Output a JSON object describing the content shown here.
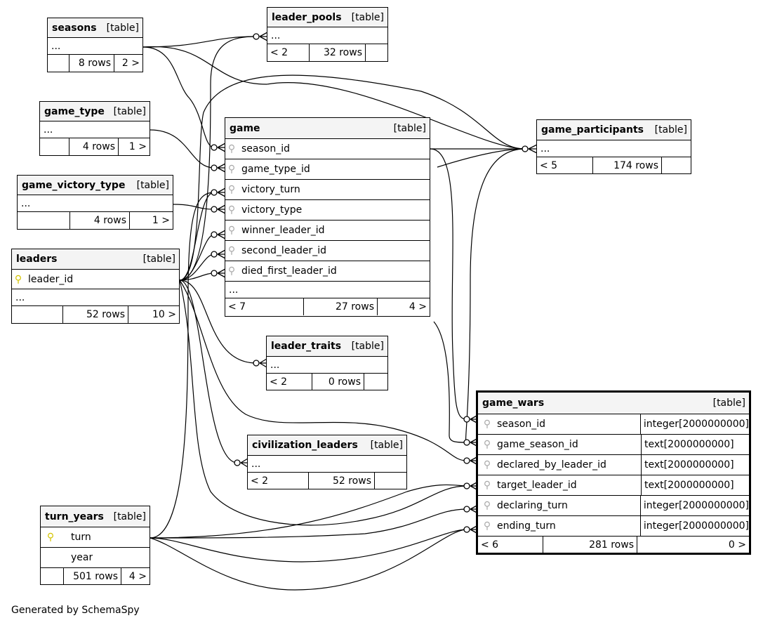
{
  "footer": "Generated by SchemaSpy",
  "table_tag": "[table]",
  "ellipsis": "...",
  "tables": {
    "seasons": {
      "name": "seasons",
      "foot": [
        "",
        "8 rows",
        "2 >"
      ]
    },
    "leader_pools": {
      "name": "leader_pools",
      "foot": [
        "< 2",
        "32 rows",
        ""
      ]
    },
    "game_type": {
      "name": "game_type",
      "foot": [
        "",
        "4 rows",
        "1 >"
      ]
    },
    "game_victory_type": {
      "name": "game_victory_type",
      "foot": [
        "",
        "4 rows",
        "1 >"
      ]
    },
    "leaders": {
      "name": "leaders",
      "pk": "leader_id",
      "foot": [
        "",
        "52 rows",
        "10 >"
      ]
    },
    "game": {
      "name": "game",
      "columns": [
        "season_id",
        "game_type_id",
        "victory_turn",
        "victory_type",
        "winner_leader_id",
        "second_leader_id",
        "died_first_leader_id"
      ],
      "foot": [
        "< 7",
        "27 rows",
        "4 >"
      ]
    },
    "game_participants": {
      "name": "game_participants",
      "foot": [
        "< 5",
        "174 rows",
        ""
      ]
    },
    "leader_traits": {
      "name": "leader_traits",
      "foot": [
        "< 2",
        "0 rows",
        ""
      ]
    },
    "civilization_leaders": {
      "name": "civilization_leaders",
      "foot": [
        "< 2",
        "52 rows",
        ""
      ]
    },
    "turn_years": {
      "name": "turn_years",
      "pk": "turn",
      "columns": [
        "year"
      ],
      "foot": [
        "",
        "501 rows",
        "4 >"
      ]
    },
    "game_wars": {
      "name": "game_wars",
      "columns": [
        {
          "name": "season_id",
          "type": "integer[2000000000]"
        },
        {
          "name": "game_season_id",
          "type": "text[2000000000]"
        },
        {
          "name": "declared_by_leader_id",
          "type": "text[2000000000]"
        },
        {
          "name": "target_leader_id",
          "type": "text[2000000000]"
        },
        {
          "name": "declaring_turn",
          "type": "integer[2000000000]"
        },
        {
          "name": "ending_turn",
          "type": "integer[2000000000]"
        }
      ],
      "foot": [
        "< 6",
        "281 rows",
        "0 >"
      ]
    }
  }
}
